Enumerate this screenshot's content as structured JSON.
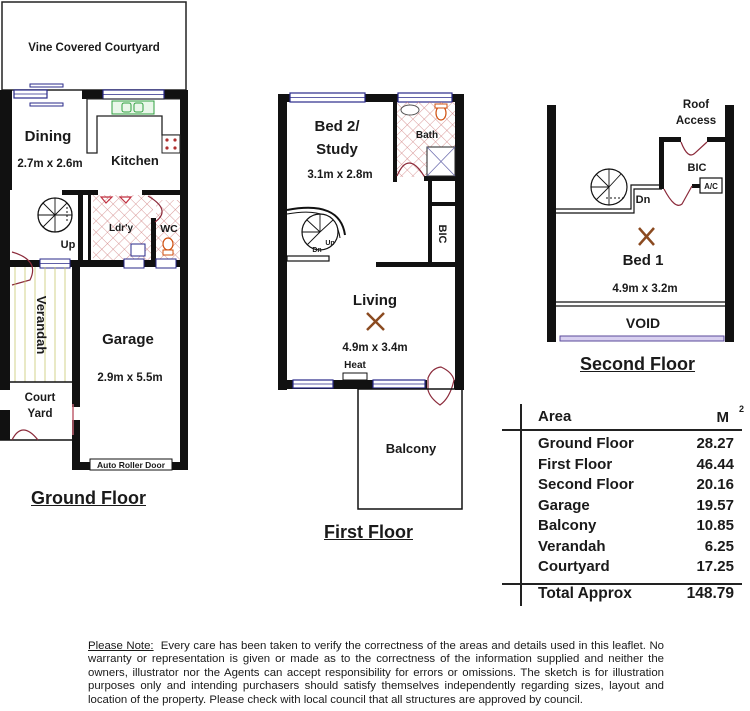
{
  "ground_floor": {
    "title": "Ground Floor",
    "rooms": {
      "courtyard_top": "Vine Covered Courtyard",
      "dining": "Dining",
      "dining_size": "2.7m x 2.6m",
      "kitchen": "Kitchen",
      "laundry": "Ldr'y",
      "wc": "WC",
      "stairs_up": "Up",
      "verandah": "Verandah",
      "garage": "Garage",
      "garage_size": "2.9m x 5.5m",
      "court_yard_1": "Court",
      "court_yard_2": "Yard",
      "roller_door": "Auto Roller Door"
    }
  },
  "first_floor": {
    "title": "First Floor",
    "rooms": {
      "bed2_line1": "Bed 2/",
      "bed2_line2": "Study",
      "bed2_size": "3.1m x 2.8m",
      "bath": "Bath",
      "bic": "BIC",
      "stairs_up": "Up",
      "stairs_dn": "Dn",
      "living": "Living",
      "living_size": "4.9m x 3.4m",
      "heat": "Heat",
      "balcony": "Balcony"
    }
  },
  "second_floor": {
    "title": "Second Floor",
    "rooms": {
      "roof_access_1": "Roof",
      "roof_access_2": "Access",
      "bic": "BIC",
      "ac": "A/C",
      "stairs_dn": "Dn",
      "bed1": "Bed 1",
      "bed1_size": "4.9m x 3.2m",
      "void": "VOID"
    }
  },
  "area_table": {
    "header_label": "Area",
    "header_unit": "M",
    "header_unit_sup": "2",
    "rows": [
      {
        "label": "Ground Floor",
        "value": "28.27"
      },
      {
        "label": "First Floor",
        "value": "46.44"
      },
      {
        "label": "Second Floor",
        "value": "20.16"
      },
      {
        "label": "Garage",
        "value": "19.57"
      },
      {
        "label": "Balcony",
        "value": "10.85"
      },
      {
        "label": "Verandah",
        "value": "6.25"
      },
      {
        "label": "Courtyard",
        "value": "17.25"
      }
    ],
    "total_label": "Total Approx",
    "total_value": "148.79"
  },
  "disclaimer": {
    "heading": "Please Note:",
    "text": "Every care has been taken to verify the correctness of the areas and details used in this leaflet. No warranty or representation is given or made as to the correctness of the information supplied and neither the owners, illustrator nor the Agents can accept responsibility for errors or omissions. The sketch is for illustration purposes only and intending purchasers should satisfy themselves independently regarding sizes, layout and location of the property. Please check with local council that all structures are approved by council."
  },
  "colors": {
    "wall": "#111111",
    "window": "#2a2a8a",
    "door": "#8b2a3a",
    "tile_hatch": "#d08080",
    "fixture": "#d05010",
    "stove": "#b03030",
    "sink": "#30a040",
    "fan": "#8b4a20"
  }
}
